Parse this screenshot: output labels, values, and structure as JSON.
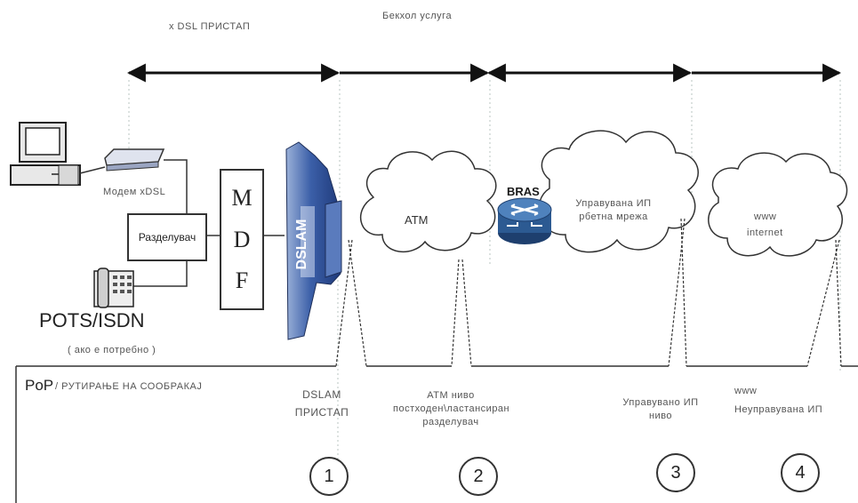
{
  "header": {
    "xdsl_access": "x DSL ПРИСТАП",
    "broadband_service": "Бекхол услуга"
  },
  "devices": {
    "modem_label": "Модем xDSL",
    "splitter_label": "Разделувач",
    "mdf_letters": [
      "M",
      "D",
      "F"
    ],
    "dslam_label": "DSLAM",
    "bras_label": "BRAS",
    "phone_label": "POTS/ISDN",
    "phone_note": "( ако е потребно )"
  },
  "clouds": {
    "atm": "ATM",
    "managed_ip": "Управувана ИП рбетна мрежа",
    "www_line1": "www",
    "www_line2": "internet"
  },
  "bottom": {
    "pop_label": "PoP",
    "pop_sub": "/ РУТИРАЊЕ НА СООБРАКАЈ",
    "dslam_access": "DSLAM ПРИСТАП",
    "atm_level": "ATM ниво постходен\\ластансиран разделувач",
    "managed_ip_level": "Управувано ИП ниво",
    "www": "www",
    "unmanaged_ip": "Неуправувана ИП"
  },
  "points": [
    "1",
    "2",
    "3",
    "4"
  ]
}
